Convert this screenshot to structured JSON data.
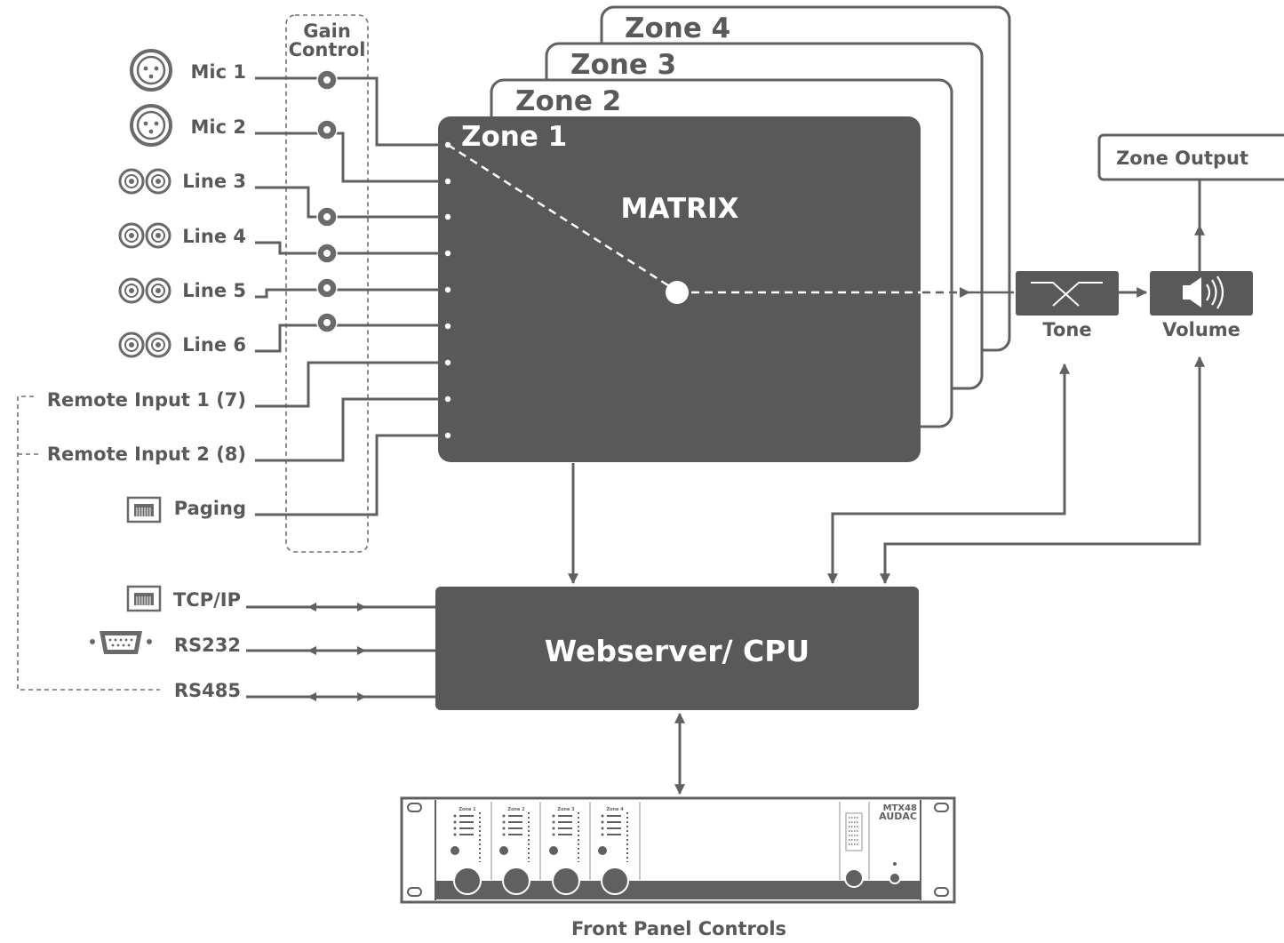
{
  "gain_control": {
    "line1": "Gain",
    "line2": "Control"
  },
  "inputs": [
    {
      "label": "Mic 1",
      "icon": "xlr-connector-icon"
    },
    {
      "label": "Mic 2",
      "icon": "xlr-connector-icon"
    },
    {
      "label": "Line 3",
      "icon": "rca-connector-icon"
    },
    {
      "label": "Line 4",
      "icon": "rca-connector-icon"
    },
    {
      "label": "Line 5",
      "icon": "rca-connector-icon"
    },
    {
      "label": "Line 6",
      "icon": "rca-connector-icon"
    },
    {
      "label": "Remote Input 1 (7)",
      "icon": ""
    },
    {
      "label": "Remote Input 2 (8)",
      "icon": ""
    },
    {
      "label": "Paging",
      "icon": "rj45-port-icon"
    }
  ],
  "zones": [
    "Zone 1",
    "Zone 2",
    "Zone 3",
    "Zone 4"
  ],
  "matrix": {
    "label": "MATRIX"
  },
  "tone": {
    "label": "Tone"
  },
  "volume": {
    "label": "Volume"
  },
  "zone_output": {
    "label": "Zone Output"
  },
  "cpu": {
    "label": "Webserver/ CPU"
  },
  "control_ports": [
    {
      "label": "TCP/IP",
      "icon": "rj45-port-icon"
    },
    {
      "label": "RS232",
      "icon": "db9-connector-icon"
    },
    {
      "label": "RS485",
      "icon": ""
    }
  ],
  "front_panel": {
    "caption": "Front Panel Controls",
    "model": "MTX48",
    "brand": "AUDAC",
    "channels": [
      "Zone 1",
      "Zone 2",
      "Zone 3",
      "Zone 4"
    ]
  },
  "colors": {
    "block": "#595959",
    "line": "#606060",
    "text": "#595959"
  }
}
